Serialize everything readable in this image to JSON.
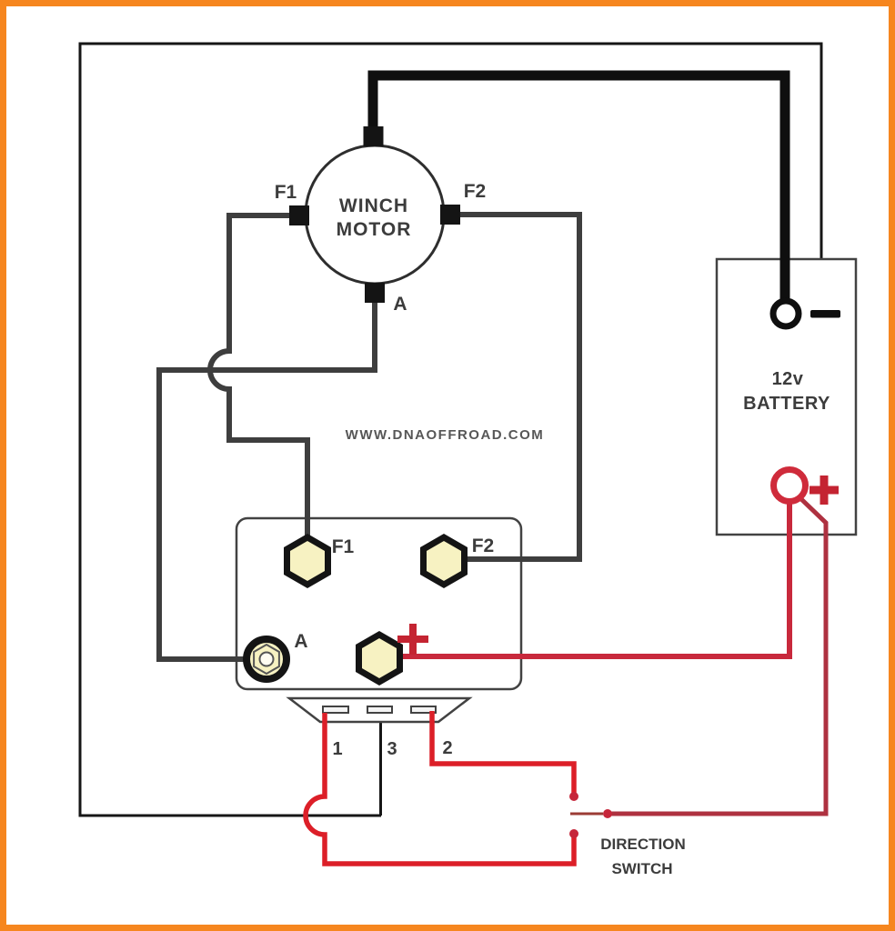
{
  "diagram": {
    "watermark": "WWW.DNAOFFROAD.COM",
    "motor": {
      "name_line1": "WINCH",
      "name_line2": "MOTOR",
      "terminal_f1": "F1",
      "terminal_f2": "F2",
      "terminal_a": "A"
    },
    "battery": {
      "name_line1": "12v",
      "name_line2": "BATTERY",
      "negative_symbol": "-",
      "positive_symbol": "+"
    },
    "solenoid": {
      "terminal_f1": "F1",
      "terminal_f2": "F2",
      "terminal_a": "A",
      "terminal_plus_symbol": "+",
      "pin1": "1",
      "pin3": "3",
      "pin2": "2"
    },
    "direction_switch": {
      "name_line1": "DIRECTION",
      "name_line2": "SWITCH"
    },
    "colors": {
      "frame_orange": "#f6861f",
      "wire_dark_gray": "#3e3e3e",
      "wire_black": "#161616",
      "battery_cable_black": "#0f0f0f",
      "wire_bright_red": "#dc1f28",
      "wire_crimson": "#c8293c",
      "wire_dark_red": "#ae3140",
      "terminal_fill_yellow": "#f7f2c2",
      "positive_ring_red": "#cf2b3b",
      "plus_symbol_red": "#c42432",
      "label_text": "#3c3c3c"
    }
  }
}
